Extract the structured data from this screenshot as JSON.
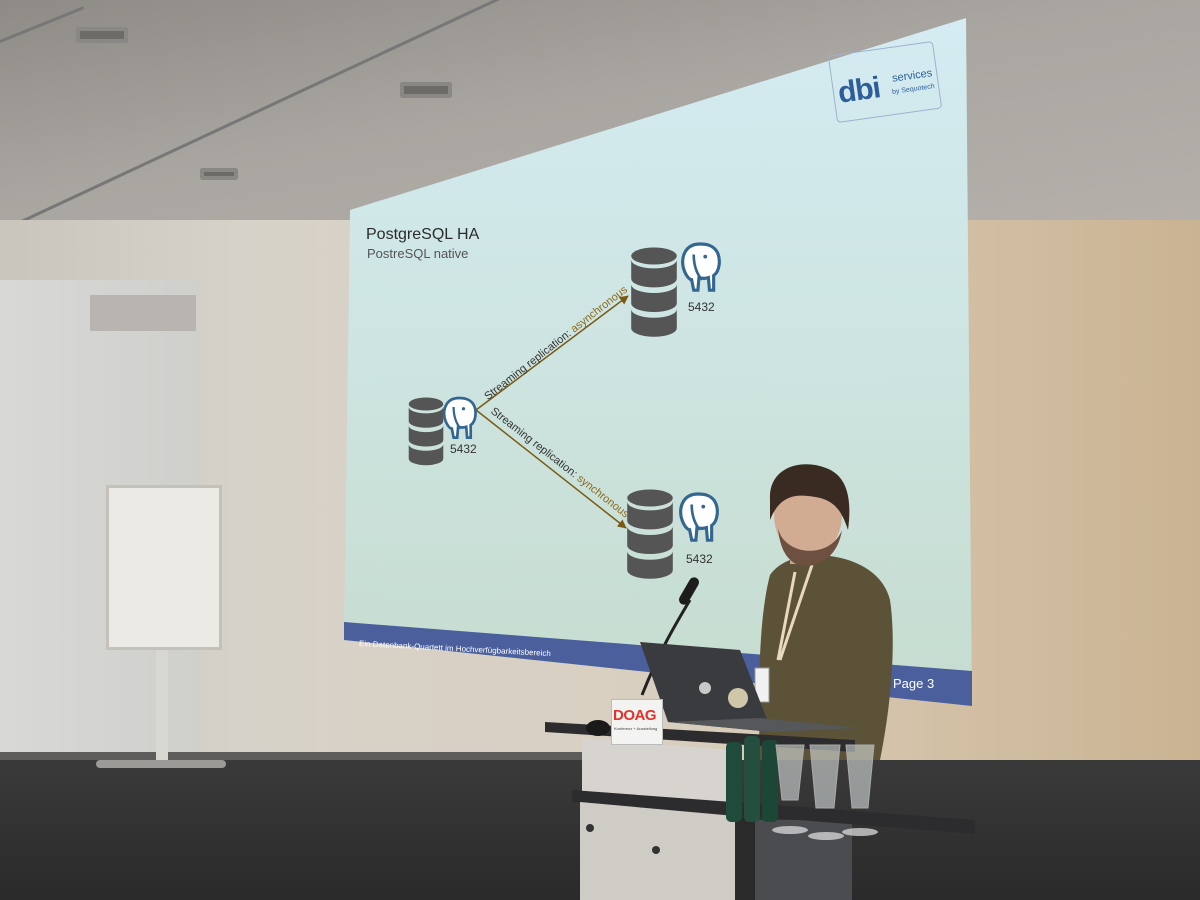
{
  "slide": {
    "title": "PostgreSQL HA",
    "subtitle": "PostreSQL native",
    "nodes": [
      {
        "role": "primary",
        "port": "5432"
      },
      {
        "role": "replica-async",
        "port": "5432"
      },
      {
        "role": "replica-sync",
        "port": "5432"
      }
    ],
    "edges": [
      {
        "prefix": "Streaming replication: ",
        "mode": "asynchronous"
      },
      {
        "prefix": "Streaming replication: ",
        "mode": "synchronous"
      }
    ],
    "footer": "Ein Datenbank-Quartett im Hochverfügbarkeitsbereich",
    "page": "Page 3",
    "logo": {
      "brand": "dbi",
      "services": "services",
      "by": "by Sequotech"
    },
    "colors": {
      "slide_top": "#d4ecf2",
      "slide_bottom": "#c6dccf",
      "footer_bar": "#4a5f9c",
      "db_icon": "#555555",
      "elephant": "#336791"
    }
  },
  "podium": {
    "sign_brand": "DOAG",
    "sign_sub": "Konferenz + Ausstellung",
    "colors": {
      "brand_red": "#e3322b"
    }
  },
  "icons": [
    "database-icon",
    "postgres-elephant-icon",
    "apple-logo-icon",
    "microphone-icon"
  ]
}
